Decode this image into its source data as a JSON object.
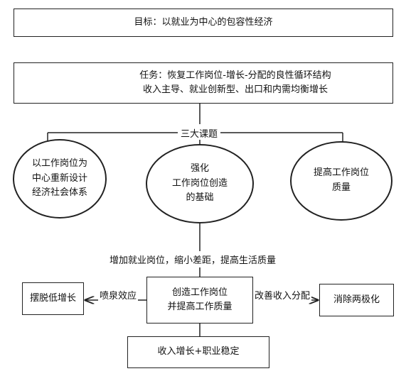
{
  "goal": "目标：以就业为中心的包容性经济",
  "task": {
    "line1": "任务：恢复工作岗位-增长-分配的良性循环结构",
    "line2": "收入主导、就业创新型、出口和内需均衡增长"
  },
  "three_topics_label": "三大课题",
  "topics": [
    {
      "line1": "以工作岗位为",
      "line2": "中心重新设计",
      "line3": "经济社会体系"
    },
    {
      "line1": "强化",
      "line2": "工作岗位创造",
      "line3": "的基础"
    },
    {
      "line1": "提高工作岗位",
      "line2": "质量"
    }
  ],
  "middle_label": "增加就业岗位，缩小差距，提高生活质量",
  "center_box": {
    "line1": "创造工作岗位",
    "line2": "并提高工作质量"
  },
  "left_box": "摆脱低增长",
  "left_arrow_label": "喷泉效应",
  "right_box": "消除两极化",
  "right_arrow_label": "改善收入分配",
  "bottom_box": "收入增长+职业稳定"
}
